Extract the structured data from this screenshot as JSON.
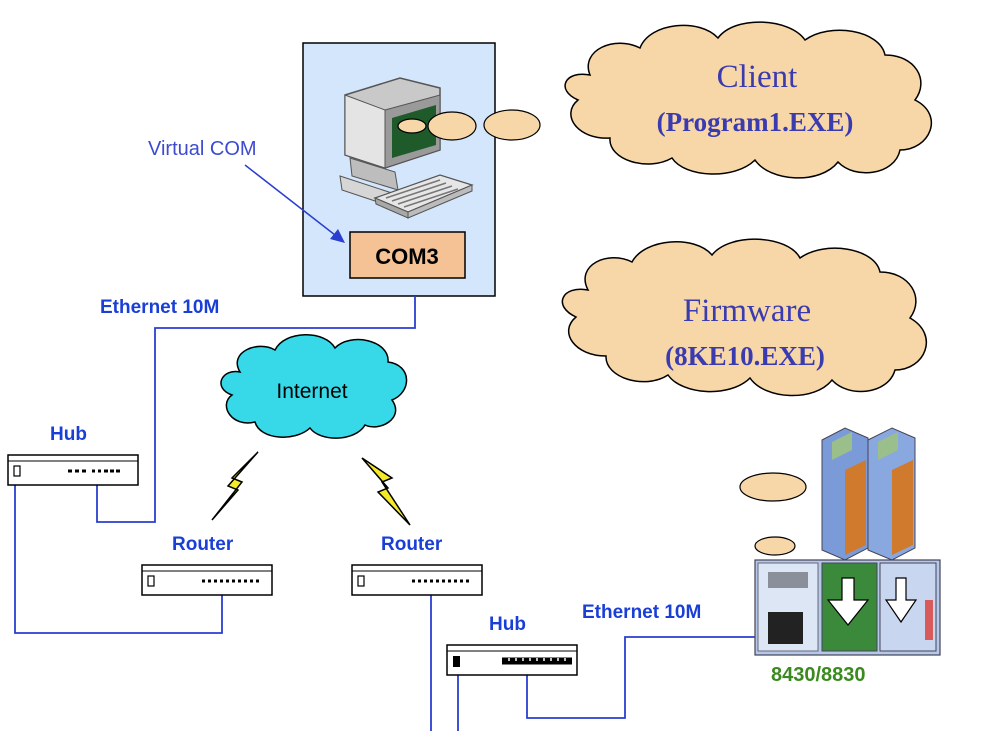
{
  "labels": {
    "virtual_com": "Virtual COM",
    "com_port": "COM3",
    "ethernet_top": "Ethernet 10M",
    "internet": "Internet",
    "hub_left": "Hub",
    "router_left": "Router",
    "router_right": "Router",
    "hub_right": "Hub",
    "ethernet_bottom": "Ethernet 10M",
    "client_title": "Client",
    "client_program": "(Program1.EXE)",
    "firmware_title": "Firmware",
    "firmware_program": "(8KE10.EXE)",
    "controller_model": "8430/8830"
  },
  "colors": {
    "link_line": "#2a3fd0",
    "pc_panel": "#d3e6fb",
    "com_box": "#f5c296",
    "internet_cloud": "#37d8e8",
    "thought_cloud": "#f7d7a8",
    "model_label": "#3a8a1f"
  },
  "icons": [
    "computer-icon",
    "keyboard-icon",
    "network-device-icon",
    "lightning-icon",
    "controller-rack-icon"
  ]
}
